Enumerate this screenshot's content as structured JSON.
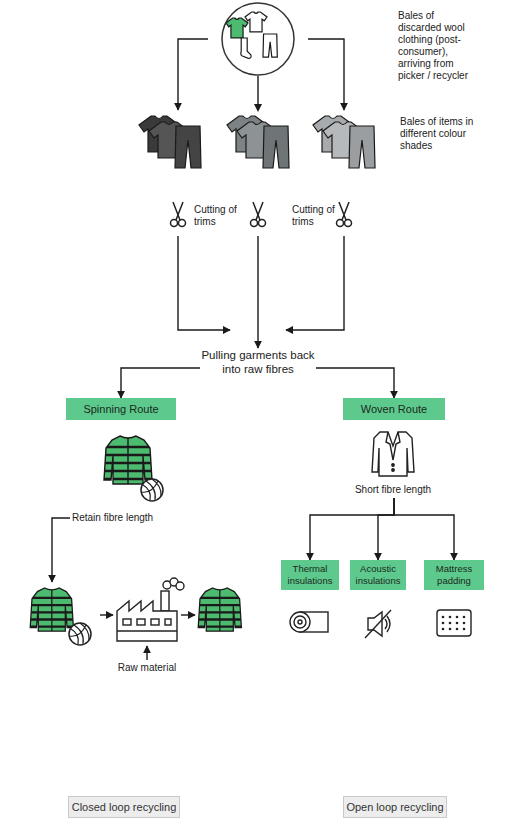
{
  "diagram": {
    "nodes": [
      {
        "text": [
          "Bales of discarded wool clothing (post-consumer), arriving from picker / recycler"
        ]
      },
      {
        "text": [
          "Pulling garments back into raw fibres"
        ]
      },
      {
        "text": [
          "Spinning Route"
        ]
      },
      {
        "text": [
          "Woven Route"
        ]
      },
      {
        "text": [
          "Thermal insulations"
        ]
      },
      {
        "text": [
          "Acoustic insulations"
        ]
      },
      {
        "text": [
          "Mattress padding"
        ]
      },
      {
        "text": [
          "Closed loop recycling"
        ]
      },
      {
        "text": [
          "Open loop recycling"
        ]
      }
    ],
    "edges": [
      {
        "from": 0,
        "to": 1,
        "arrow": "to"
      },
      {
        "from": 1,
        "to": 2,
        "arrow": "to"
      },
      {
        "from": 1,
        "to": 3,
        "arrow": "to"
      },
      {
        "from": 3,
        "to": 4,
        "arrow": "to"
      },
      {
        "from": 3,
        "to": 5,
        "arrow": "to"
      },
      {
        "from": 3,
        "to": 6,
        "arrow": "to"
      }
    ],
    "labels": [
      "Bales of items in different colour shades",
      "Cutting of trims",
      "Cutting of trims",
      "Retain fibre length",
      "Raw material",
      "Short fibre length"
    ]
  }
}
